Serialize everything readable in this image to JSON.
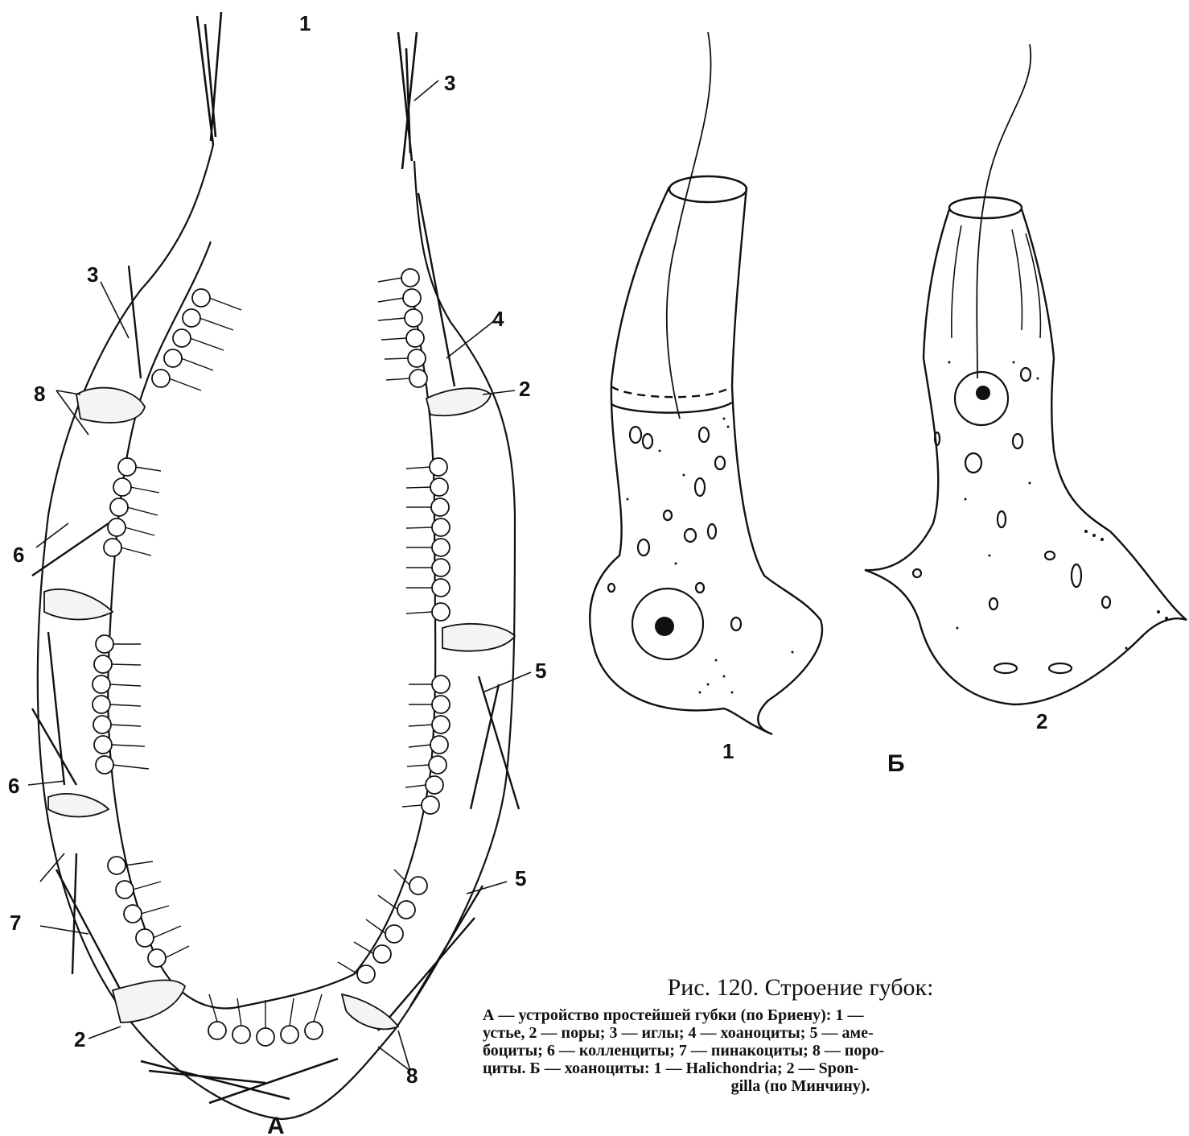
{
  "figure": {
    "panel_a": {
      "letter": "А",
      "labels": {
        "l1_osculum": "1",
        "l3_left": "3",
        "l3_right": "3",
        "l4": "4",
        "l2_right": "2",
        "l8_left": "8",
        "l6_upper": "6",
        "l6_lower": "6",
        "l5_upper": "5",
        "l5_lower": "5",
        "l7": "7",
        "l2_bottom": "2",
        "l8_bottom": "8"
      }
    },
    "panel_b": {
      "letter": "Б",
      "cell1_label": "1",
      "cell2_label": "2"
    }
  },
  "caption": {
    "title": "Рис. 120. Строение губок:",
    "line1": "А — устройство простейшей губки (по Бриену): 1 —",
    "line2": "устье, 2 — поры; 3 — иглы; 4 — хоаноциты; 5 — аме-",
    "line3": "боциты; 6 — колленциты; 7 — пинакоциты; 8 — поро-",
    "line4": "циты. Б — хоаноциты: 1 — Halichondria; 2 — Spon-",
    "line5": "gilla (по Минчину)."
  }
}
